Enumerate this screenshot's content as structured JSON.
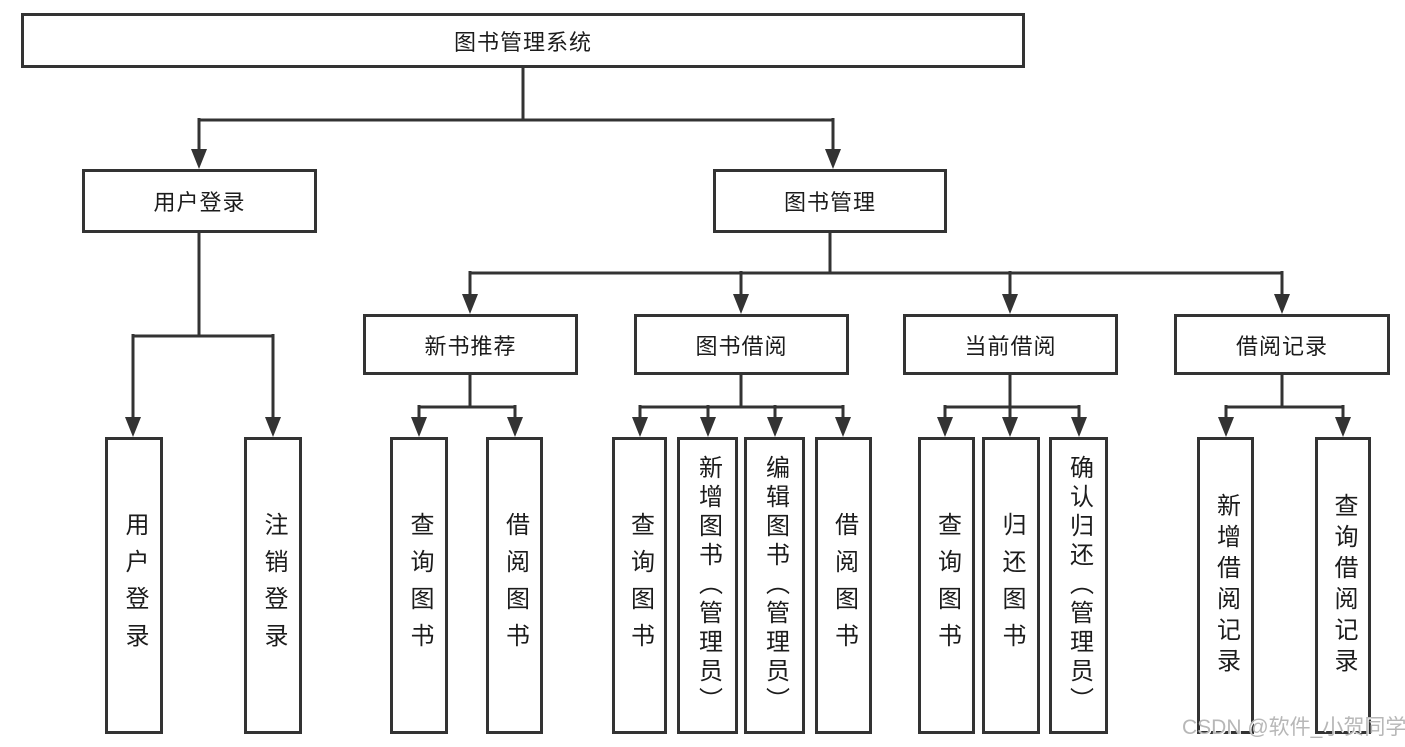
{
  "diagram": {
    "title": "图书管理系统",
    "nodes": {
      "root": "图书管理系统",
      "user_login_group": "用户登录",
      "book_mgmt": "图书管理",
      "new_book_rec": "新书推荐",
      "book_borrow": "图书借阅",
      "current_borrow": "当前借阅",
      "borrow_records": "借阅记录",
      "login": "用户登录",
      "logout": "注销登录",
      "rec_query_books": "查询图书",
      "rec_borrow_books": "借阅图书",
      "bb_query_books": "查询图书",
      "bb_add_books": "新增图书（管理员）",
      "bb_edit_books": "编辑图书（管理员）",
      "bb_borrow_books": "借阅图书",
      "cb_query_books": "查询图书",
      "cb_return_books": "归还图书",
      "cb_confirm_return": "确认归还（管理员）",
      "br_add_record": "新增借阅记录",
      "br_query_record": "查询借阅记录"
    },
    "edges": [
      [
        "图书管理系统",
        "用户登录"
      ],
      [
        "图书管理系统",
        "图书管理"
      ],
      [
        "用户登录",
        "用户登录"
      ],
      [
        "用户登录",
        "注销登录"
      ],
      [
        "图书管理",
        "新书推荐"
      ],
      [
        "图书管理",
        "图书借阅"
      ],
      [
        "图书管理",
        "当前借阅"
      ],
      [
        "图书管理",
        "借阅记录"
      ],
      [
        "新书推荐",
        "查询图书"
      ],
      [
        "新书推荐",
        "借阅图书"
      ],
      [
        "图书借阅",
        "查询图书"
      ],
      [
        "图书借阅",
        "新增图书（管理员）"
      ],
      [
        "图书借阅",
        "编辑图书（管理员）"
      ],
      [
        "图书借阅",
        "借阅图书"
      ],
      [
        "当前借阅",
        "查询图书"
      ],
      [
        "当前借阅",
        "归还图书"
      ],
      [
        "当前借阅",
        "确认归还（管理员）"
      ],
      [
        "借阅记录",
        "新增借阅记录"
      ],
      [
        "借阅记录",
        "查询借阅记录"
      ]
    ],
    "colors": {
      "line": "#333333",
      "box_border": "#333333",
      "text": "#1c1c1c",
      "background": "#ffffff",
      "watermark": "#b7b7b7"
    }
  },
  "watermark": {
    "text": "CSDN @软件_小贺同学"
  }
}
